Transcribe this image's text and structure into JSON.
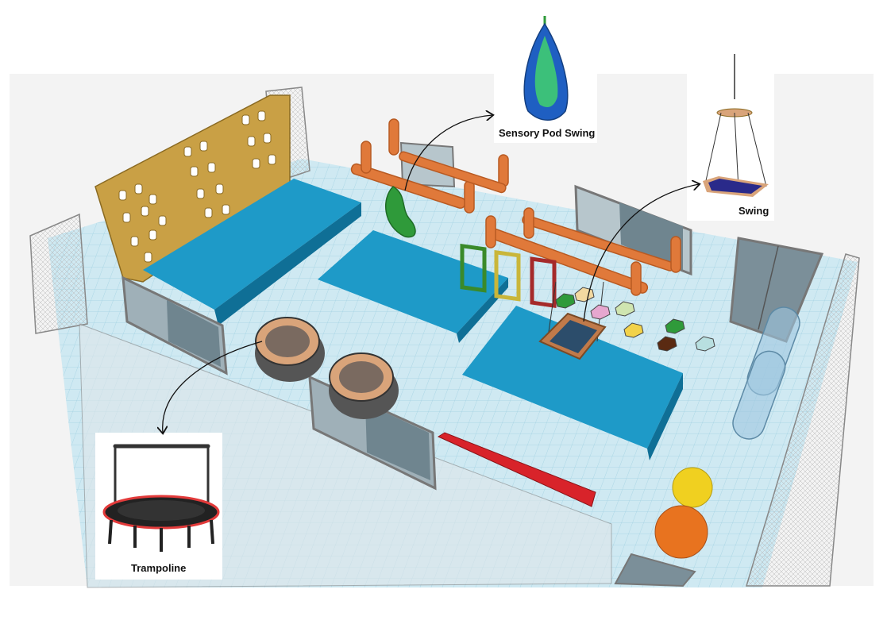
{
  "labels": {
    "sensory_pod_swing": "Sensory Pod Swing",
    "swing": "Swing",
    "trampoline": "Trampoline"
  },
  "colors": {
    "floor": "#cfe9f2",
    "floor_grid": "#9ccfe0",
    "mat": "#1e9ac8",
    "mat_side": "#0f6f96",
    "climbing_wall": "#c9a045",
    "bars": "#e0793a",
    "tire": "#555555",
    "tire_rim": "#d9a47a",
    "slide": "#d8232a",
    "ball_yellow": "#f0d020",
    "ball_orange": "#e8731f",
    "pod": "#1f5fc2",
    "stepping_stones": [
      "#2f9a3a",
      "#f3d9a0",
      "#e6a7cf",
      "#f2d24a",
      "#5a2a12",
      "#b8dfe0",
      "#2f9a3a",
      "#cfe5b0"
    ]
  }
}
